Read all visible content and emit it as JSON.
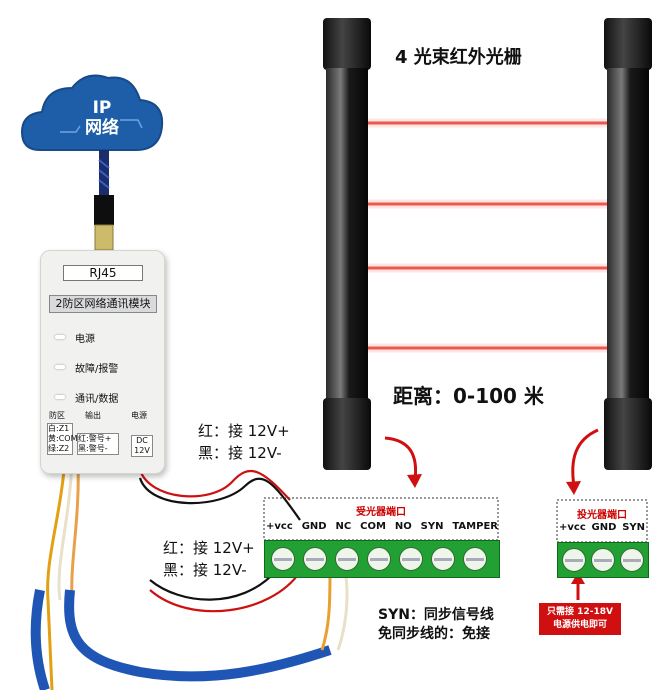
{
  "cloud": {
    "line1": "IP",
    "line2": "网络"
  },
  "module": {
    "rj45": "RJ45",
    "name": "2防区网络通讯模块",
    "leds": [
      "电源",
      "故障/报警",
      "通讯/数据"
    ],
    "zone_label": "防区",
    "output_label": "输出",
    "power_label": "电源",
    "zone_terms": [
      "白:Z1",
      "黄:COM",
      "绿:Z2"
    ],
    "output_terms": [
      "红:警号+",
      "黑:警号-"
    ],
    "power_term": "DC\n12V"
  },
  "title": "4 光束红外光栅",
  "distance": "距离：0-100 米",
  "wiring_top": {
    "red": "红：接 12V+",
    "black": "黑：接 12V-"
  },
  "wiring_bottom": {
    "red": "红：接 12V+",
    "black": "黑：接 12V-"
  },
  "receiver": {
    "header": "受光器端口",
    "pins": [
      "+vcc",
      "GND",
      "NC",
      "COM",
      "NO",
      "SYN",
      "TAMPER"
    ]
  },
  "transmitter": {
    "header": "投光器端口",
    "pins": [
      "+vcc",
      "GND",
      "SYN"
    ]
  },
  "syn_note": {
    "line1": "SYN：同步信号线",
    "line2": "免同步线的：免接"
  },
  "power_note": {
    "line1": "只需接 12-18V",
    "line2": "电源供电即可"
  },
  "colors": {
    "terminal_green": "#22a033",
    "beam_red": "#e0201a",
    "cable_blue": "#1f56b5",
    "cloud_blue": "#1e5ea8"
  },
  "icons": [
    "cloud-icon",
    "ethernet-plug-icon",
    "arrow-down-icon",
    "arrow-up-icon"
  ]
}
